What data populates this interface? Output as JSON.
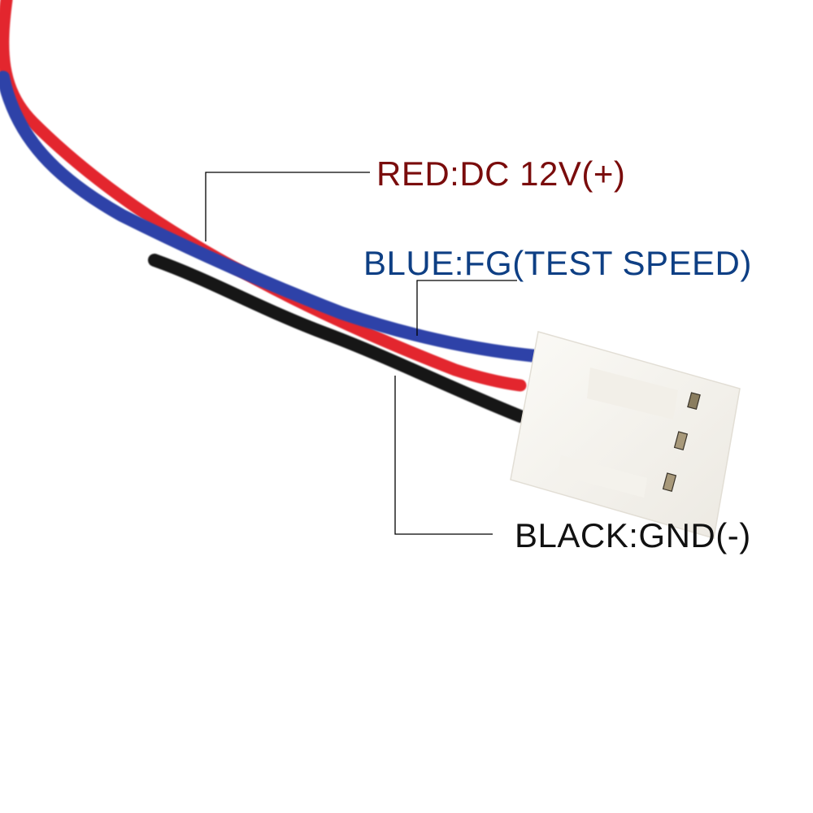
{
  "diagram": {
    "subject": "3-pin fan connector wiring",
    "labels": [
      {
        "wire": "red",
        "text": "RED:DC 12V(+)",
        "color": "#7a0c0c"
      },
      {
        "wire": "blue",
        "text": "BLUE:FG(TEST SPEED)",
        "color": "#0e3f84"
      },
      {
        "wire": "black",
        "text": "BLACK:GND(-)",
        "color": "#111111"
      }
    ],
    "wire_colors": {
      "red": "#e3262e",
      "blue": "#2e43a8",
      "black": "#161616"
    },
    "connector": {
      "color": "#f7f5f0",
      "pins": 3,
      "pin_color": "#8a7d5f"
    },
    "leader_line_color": "#000000"
  }
}
